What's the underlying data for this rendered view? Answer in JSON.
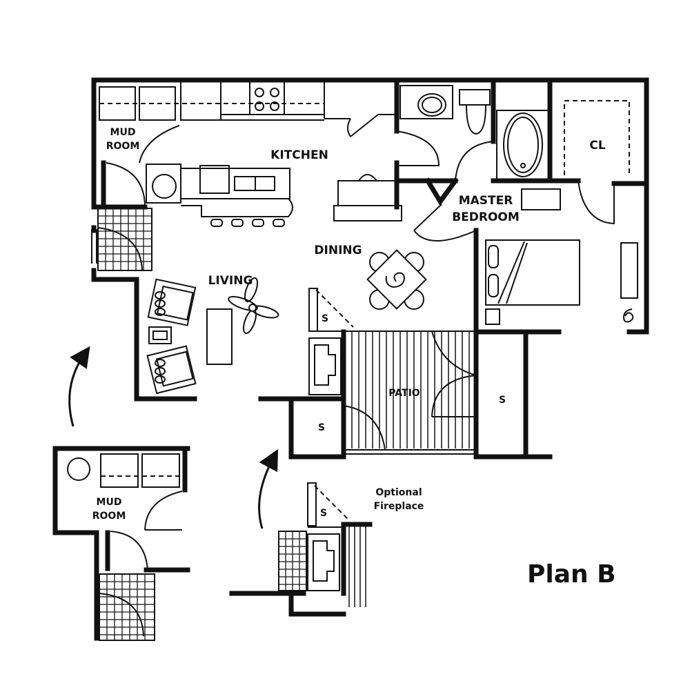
{
  "plan": {
    "title": "Plan B",
    "rooms": {
      "mud_room_line1": "MUD",
      "mud_room_line2": "ROOM",
      "kitchen": "KITCHEN",
      "master_line1": "MASTER",
      "master_line2": "BEDROOM",
      "closet": "CL",
      "dining": "DINING",
      "living": "LIVING",
      "patio": "PATIO",
      "storage": "S"
    },
    "alt_mud_room": {
      "line1": "MUD",
      "line2": "ROOM"
    },
    "fireplace_option": {
      "line1": "Optional",
      "line2": "Fireplace",
      "storage": "S"
    }
  }
}
